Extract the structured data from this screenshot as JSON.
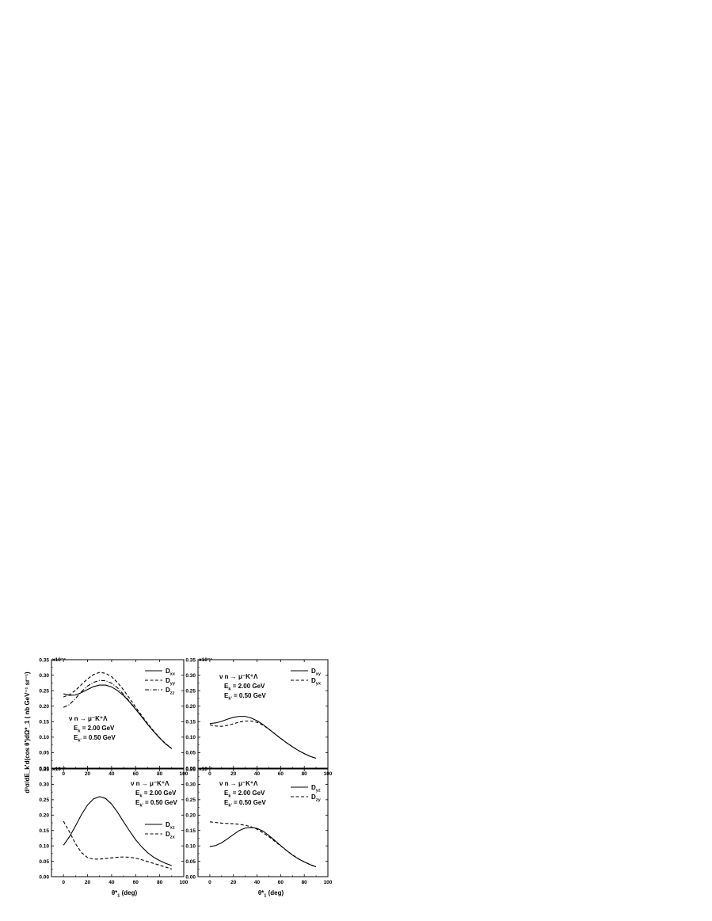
{
  "figure": {
    "ylabel": "d³σ/dE_k'd(cos θ')dΩ*_1 ( nb GeV⁻¹ sr⁻¹)",
    "xlabel": "θ*_1 (deg)"
  },
  "chart_data": [
    {
      "type": "line",
      "panel": "top-left",
      "multiplier": "x10⁻⁶",
      "xlim": [
        -10,
        100
      ],
      "ylim": [
        0,
        0.35
      ],
      "xticks": [
        0,
        20,
        40,
        60,
        80,
        100
      ],
      "yticks": [
        0.0,
        0.05,
        0.1,
        0.15,
        0.2,
        0.25,
        0.3,
        0.35
      ],
      "annotation": [
        "ν n → μ⁻K⁺Λ",
        "E_k = 2.00 GeV",
        "E_k' = 0.50 GeV"
      ],
      "legend_position": "top-right",
      "series": [
        {
          "name": "D_xx",
          "style": "solid",
          "x": [
            0,
            5,
            10,
            15,
            20,
            25,
            30,
            35,
            40,
            45,
            50,
            55,
            60,
            65,
            70,
            75,
            80,
            85,
            90
          ],
          "y": [
            0.24,
            0.235,
            0.236,
            0.244,
            0.254,
            0.263,
            0.268,
            0.268,
            0.262,
            0.25,
            0.234,
            0.213,
            0.19,
            0.166,
            0.141,
            0.118,
            0.097,
            0.078,
            0.063
          ]
        },
        {
          "name": "D_yy",
          "style": "dashed",
          "x": [
            0,
            5,
            10,
            15,
            20,
            25,
            30,
            35,
            40,
            45,
            50,
            55,
            60,
            65,
            70,
            75,
            80,
            85,
            90
          ],
          "y": [
            0.23,
            0.237,
            0.251,
            0.27,
            0.288,
            0.302,
            0.309,
            0.306,
            0.295,
            0.276,
            0.252,
            0.225,
            0.197,
            0.17,
            0.144,
            0.12,
            0.098,
            0.079,
            0.063
          ]
        },
        {
          "name": "D_zz",
          "style": "dash-dot",
          "x": [
            0,
            5,
            10,
            15,
            20,
            25,
            30,
            35,
            40,
            45,
            50,
            55,
            60,
            65,
            70,
            75,
            80,
            85,
            90
          ],
          "y": [
            0.196,
            0.205,
            0.225,
            0.247,
            0.265,
            0.277,
            0.283,
            0.282,
            0.274,
            0.259,
            0.238,
            0.215,
            0.191,
            0.166,
            0.141,
            0.118,
            0.097,
            0.078,
            0.063
          ]
        }
      ]
    },
    {
      "type": "line",
      "panel": "top-right",
      "multiplier": "x10⁻⁶",
      "xlim": [
        -10,
        100
      ],
      "ylim": [
        0,
        0.35
      ],
      "xticks": [
        0,
        20,
        40,
        60,
        80,
        100
      ],
      "yticks": [
        0.0,
        0.05,
        0.1,
        0.15,
        0.2,
        0.25,
        0.3,
        0.35
      ],
      "annotation": [
        "ν n → μ⁻K⁺Λ",
        "E_k = 2.00 GeV",
        "E_k' = 0.50 GeV"
      ],
      "legend_position": "top-right",
      "series": [
        {
          "name": "D_xy",
          "style": "solid",
          "x": [
            0,
            5,
            10,
            15,
            20,
            25,
            30,
            35,
            40,
            45,
            50,
            55,
            60,
            65,
            70,
            75,
            80,
            85,
            90
          ],
          "y": [
            0.144,
            0.146,
            0.151,
            0.158,
            0.164,
            0.167,
            0.167,
            0.162,
            0.153,
            0.141,
            0.126,
            0.111,
            0.096,
            0.082,
            0.069,
            0.057,
            0.047,
            0.038,
            0.032
          ]
        },
        {
          "name": "D_yx",
          "style": "dashed",
          "x": [
            0,
            5,
            10,
            15,
            20,
            25,
            30,
            35,
            40,
            45,
            50,
            55,
            60,
            65,
            70,
            75,
            80,
            85,
            90
          ],
          "y": [
            0.14,
            0.136,
            0.135,
            0.138,
            0.143,
            0.149,
            0.152,
            0.152,
            0.148,
            0.139,
            0.126,
            0.111,
            0.096,
            0.082,
            0.069,
            0.057,
            0.047,
            0.038,
            0.032
          ]
        }
      ]
    },
    {
      "type": "line",
      "panel": "bottom-left",
      "multiplier": "x10⁻⁶",
      "xlim": [
        -10,
        100
      ],
      "ylim": [
        0,
        0.35
      ],
      "xticks": [
        0,
        20,
        40,
        60,
        80,
        100
      ],
      "yticks": [
        0.0,
        0.05,
        0.1,
        0.15,
        0.2,
        0.25,
        0.3,
        0.35
      ],
      "annotation": [
        "ν n → μ⁻K⁺Λ",
        "E_k = 2.00 GeV",
        "E_k' = 0.50 GeV"
      ],
      "legend_position": "right",
      "series": [
        {
          "name": "D_xz",
          "style": "solid",
          "x": [
            0,
            5,
            10,
            15,
            20,
            25,
            30,
            35,
            40,
            45,
            50,
            55,
            60,
            65,
            70,
            75,
            80,
            85,
            90
          ],
          "y": [
            0.102,
            0.13,
            0.165,
            0.202,
            0.233,
            0.253,
            0.26,
            0.254,
            0.236,
            0.209,
            0.178,
            0.148,
            0.12,
            0.097,
            0.078,
            0.063,
            0.052,
            0.043,
            0.036
          ]
        },
        {
          "name": "D_zx",
          "style": "dashed",
          "x": [
            0,
            5,
            10,
            15,
            20,
            25,
            30,
            35,
            40,
            45,
            50,
            55,
            60,
            65,
            70,
            75,
            80,
            85,
            90
          ],
          "y": [
            0.18,
            0.145,
            0.107,
            0.078,
            0.062,
            0.057,
            0.057,
            0.059,
            0.061,
            0.063,
            0.064,
            0.063,
            0.06,
            0.055,
            0.049,
            0.043,
            0.037,
            0.031,
            0.025
          ]
        }
      ]
    },
    {
      "type": "line",
      "panel": "bottom-right",
      "multiplier": "x10⁻⁶",
      "xlim": [
        -10,
        100
      ],
      "ylim": [
        0,
        0.35
      ],
      "xticks": [
        0,
        20,
        40,
        60,
        80,
        100
      ],
      "yticks": [
        0.0,
        0.05,
        0.1,
        0.15,
        0.2,
        0.25,
        0.3,
        0.35
      ],
      "annotation": [
        "ν n → μ⁻K⁺Λ",
        "E_k = 2.00 GeV",
        "E_k' = 0.50 GeV"
      ],
      "legend_position": "top-right",
      "series": [
        {
          "name": "D_yz",
          "style": "solid",
          "x": [
            0,
            5,
            10,
            15,
            20,
            25,
            30,
            35,
            40,
            45,
            50,
            55,
            60,
            65,
            70,
            75,
            80,
            85,
            90
          ],
          "y": [
            0.098,
            0.101,
            0.11,
            0.123,
            0.137,
            0.15,
            0.158,
            0.16,
            0.157,
            0.148,
            0.134,
            0.118,
            0.101,
            0.085,
            0.07,
            0.058,
            0.048,
            0.039,
            0.032
          ]
        },
        {
          "name": "D_zy",
          "style": "dashed",
          "x": [
            0,
            5,
            10,
            15,
            20,
            25,
            30,
            35,
            40,
            45,
            50,
            55,
            60,
            65,
            70,
            75,
            80,
            85,
            90
          ],
          "y": [
            0.178,
            0.176,
            0.174,
            0.173,
            0.172,
            0.17,
            0.167,
            0.162,
            0.154,
            0.143,
            0.13,
            0.115,
            0.1,
            0.085,
            0.071,
            0.058,
            0.048,
            0.039,
            0.032
          ]
        }
      ]
    }
  ]
}
